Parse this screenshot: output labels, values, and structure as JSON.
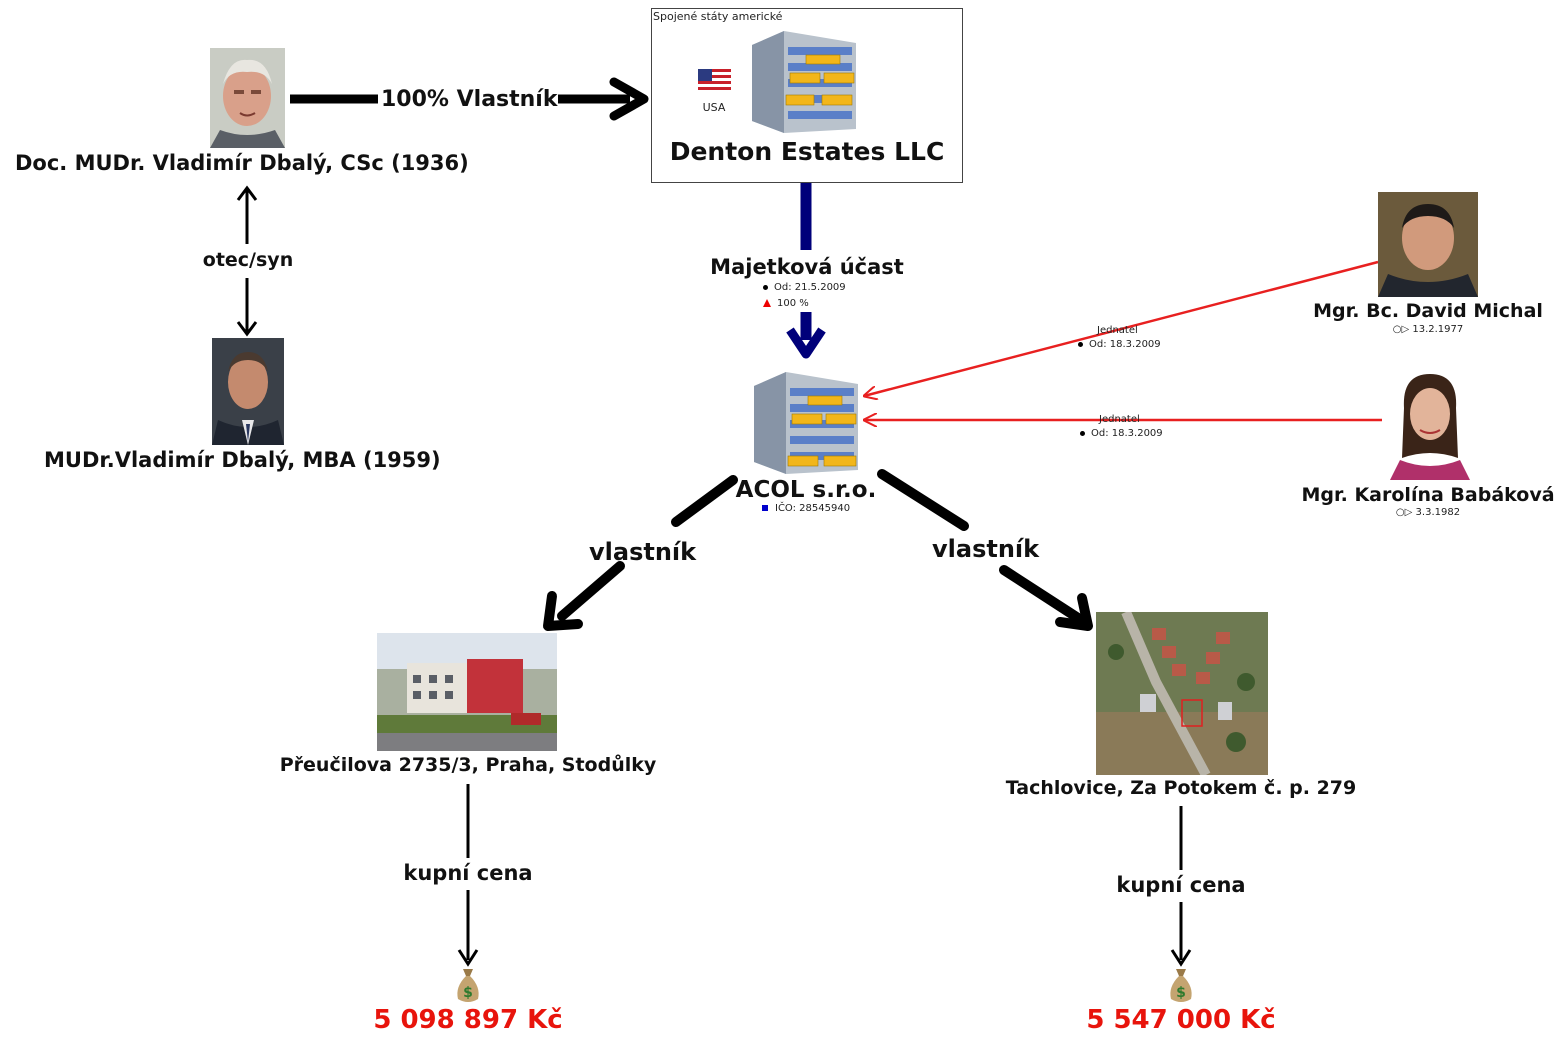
{
  "persons": {
    "senior": {
      "name": "Doc. MUDr. Vladimír Dbalý, CSc (1936)"
    },
    "junior": {
      "name": "MUDr.Vladimír Dbalý, MBA (1959)"
    },
    "michal": {
      "name": "Mgr. Bc. David Michal",
      "birth": "13.2.1977"
    },
    "babakova": {
      "name": "Mgr. Karolína Babáková",
      "birth": "3.3.1982"
    }
  },
  "relations": {
    "owner_100": "100% Vlastník",
    "father_son": "otec/syn",
    "stake": {
      "label": "Majetková účast",
      "from": "Od: 21.5.2009",
      "pct": "100 %"
    },
    "jednatel_1": {
      "label": "Jednatel",
      "from": "Od: 18.3.2009"
    },
    "jednatel_2": {
      "label": "Jednatel",
      "from": "Od: 18.3.2009"
    },
    "owner_left": "vlastník",
    "owner_right": "vlastník",
    "price_left": "kupní cena",
    "price_right": "kupní cena"
  },
  "companies": {
    "denton": {
      "country_header": "Spojené státy americké",
      "country": "USA",
      "name": "Denton Estates LLC"
    },
    "acol": {
      "name": "ACOL s.r.o.",
      "ico": "IČO: 28545940"
    }
  },
  "properties": {
    "left": {
      "address": "Přeučilova 2735/3, Praha, Stodůlky",
      "price": "5 098 897 Kč"
    },
    "right": {
      "address": "Tachlovice, Za Potokem č. p. 279",
      "price": "5 547 000 Kč"
    }
  },
  "icons": [
    "person-photo",
    "building-icon",
    "us-flag-icon",
    "money-bag-icon",
    "birth-icon"
  ],
  "colors": {
    "accent_red": "#e8140c",
    "navy": "#00007a",
    "line_red": "#e82020"
  }
}
